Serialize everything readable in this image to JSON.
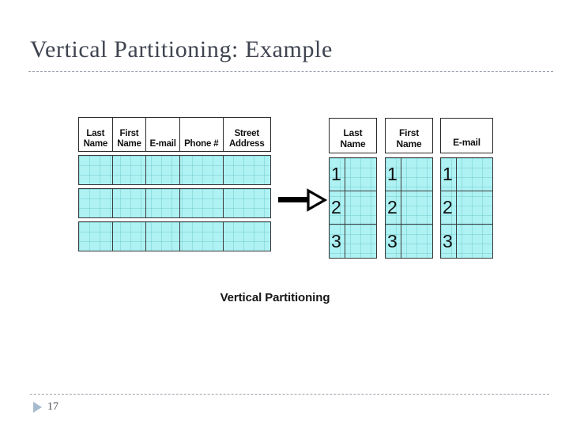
{
  "slide": {
    "title": "Vertical Partitioning: Example",
    "number": "17",
    "bullet_icon": "triangle-right-icon",
    "accent_color": "#a8bccf",
    "title_color": "#3f4450",
    "rule_color": "#9aa2ad"
  },
  "figure": {
    "caption": "Vertical Partitioning",
    "arrow_icon": "arrow-right-icon",
    "cell_fill_color": "#aef2f4",
    "border_color": "#2b2b2b",
    "source_table": {
      "name": "original-table",
      "columns": [
        {
          "line1": "Last",
          "line2": "Name"
        },
        {
          "line1": "First",
          "line2": "Name"
        },
        {
          "line1": "",
          "line2": "E-mail"
        },
        {
          "line1": "",
          "line2": "Phone #"
        },
        {
          "line1": "Street",
          "line2": "Address"
        }
      ],
      "row_count": 3
    },
    "partitions": [
      {
        "name": "partition-last-name",
        "header_line1": "Last",
        "header_line2": "Name",
        "rows": [
          "1",
          "2",
          "3"
        ]
      },
      {
        "name": "partition-first-name",
        "header_line1": "First",
        "header_line2": "Name",
        "rows": [
          "1",
          "2",
          "3"
        ]
      },
      {
        "name": "partition-email",
        "header_line1": "",
        "header_line2": "E-mail",
        "rows": [
          "1",
          "2",
          "3"
        ]
      }
    ]
  }
}
